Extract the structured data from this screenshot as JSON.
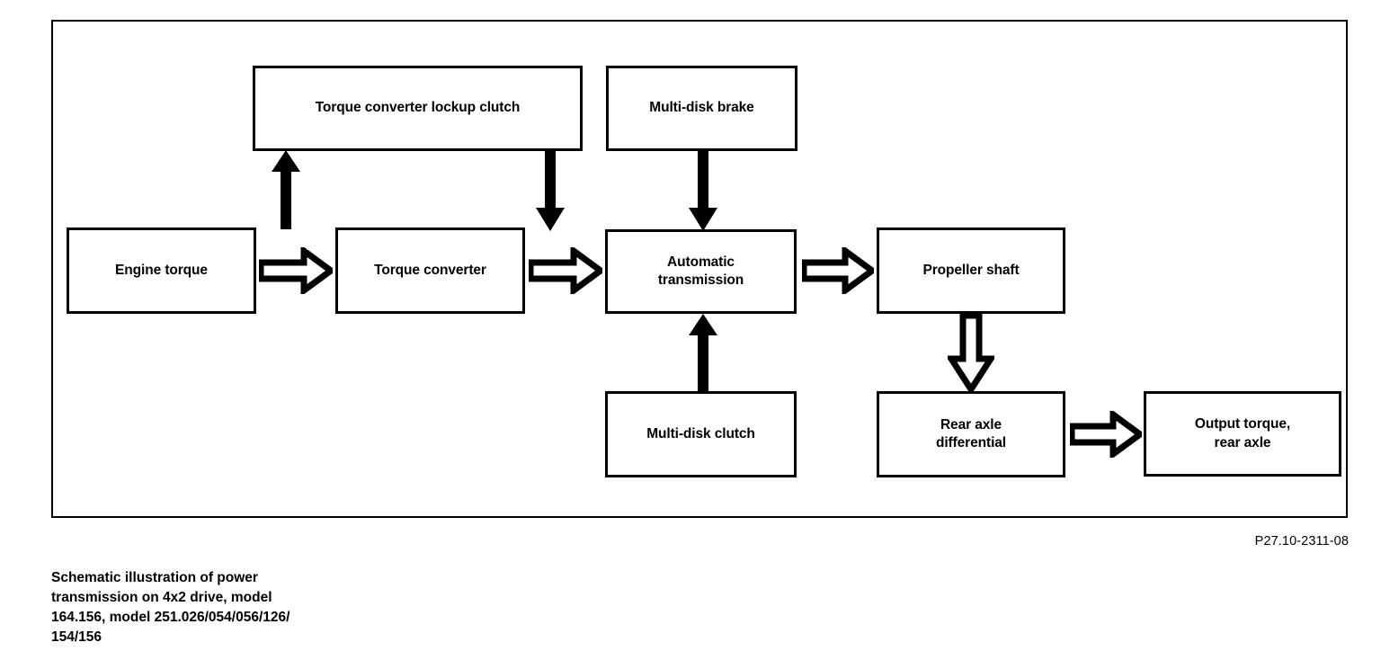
{
  "diagram": {
    "type": "block-flow-diagram",
    "frame": {
      "border_color": "#000000"
    },
    "nodes": [
      {
        "id": "torque-converter-lockup-clutch",
        "label": "Torque converter lockup clutch"
      },
      {
        "id": "multi-disk-brake",
        "label": "Multi-disk brake"
      },
      {
        "id": "engine-torque",
        "label": "Engine torque"
      },
      {
        "id": "torque-converter",
        "label": "Torque converter"
      },
      {
        "id": "automatic-transmission",
        "label": "Automatic\ntransmission"
      },
      {
        "id": "propeller-shaft",
        "label": "Propeller shaft"
      },
      {
        "id": "multi-disk-clutch",
        "label": "Multi-disk clutch"
      },
      {
        "id": "rear-axle-differential",
        "label": "Rear axle\ndifferential"
      },
      {
        "id": "output-torque-rear-axle",
        "label": "Output torque,\nrear axle"
      }
    ],
    "connectors": [
      {
        "id": "engine-torque-to-torque-converter",
        "style": "hollow",
        "direction": "right",
        "from": "engine-torque",
        "to": "torque-converter"
      },
      {
        "id": "torque-converter-to-automatic-transmission",
        "style": "hollow",
        "direction": "right",
        "from": "torque-converter",
        "to": "automatic-transmission"
      },
      {
        "id": "automatic-transmission-to-propeller-shaft",
        "style": "hollow",
        "direction": "right",
        "from": "automatic-transmission",
        "to": "propeller-shaft"
      },
      {
        "id": "propeller-shaft-to-rear-axle-differential",
        "style": "hollow",
        "direction": "down",
        "from": "propeller-shaft",
        "to": "rear-axle-differential"
      },
      {
        "id": "rear-axle-differential-to-output-torque",
        "style": "hollow",
        "direction": "right",
        "from": "rear-axle-differential",
        "to": "output-torque-rear-axle"
      },
      {
        "id": "torque-converter-to-lockup-clutch",
        "style": "solid",
        "direction": "up",
        "from": "torque-converter",
        "to": "torque-converter-lockup-clutch"
      },
      {
        "id": "lockup-clutch-to-automatic-transmission",
        "style": "solid",
        "direction": "down",
        "from": "torque-converter-lockup-clutch",
        "to": "automatic-transmission"
      },
      {
        "id": "multi-disk-brake-to-automatic-transmission",
        "style": "solid",
        "direction": "down",
        "from": "multi-disk-brake",
        "to": "automatic-transmission"
      },
      {
        "id": "multi-disk-clutch-to-automatic-transmission",
        "style": "solid",
        "direction": "up",
        "from": "multi-disk-clutch",
        "to": "automatic-transmission"
      }
    ]
  },
  "reference_code": "P27.10-2311-08",
  "caption": "Schematic illustration of power\ntransmission on 4x2 drive, model\n164.156, model 251.026/054/056/126/\n154/156"
}
